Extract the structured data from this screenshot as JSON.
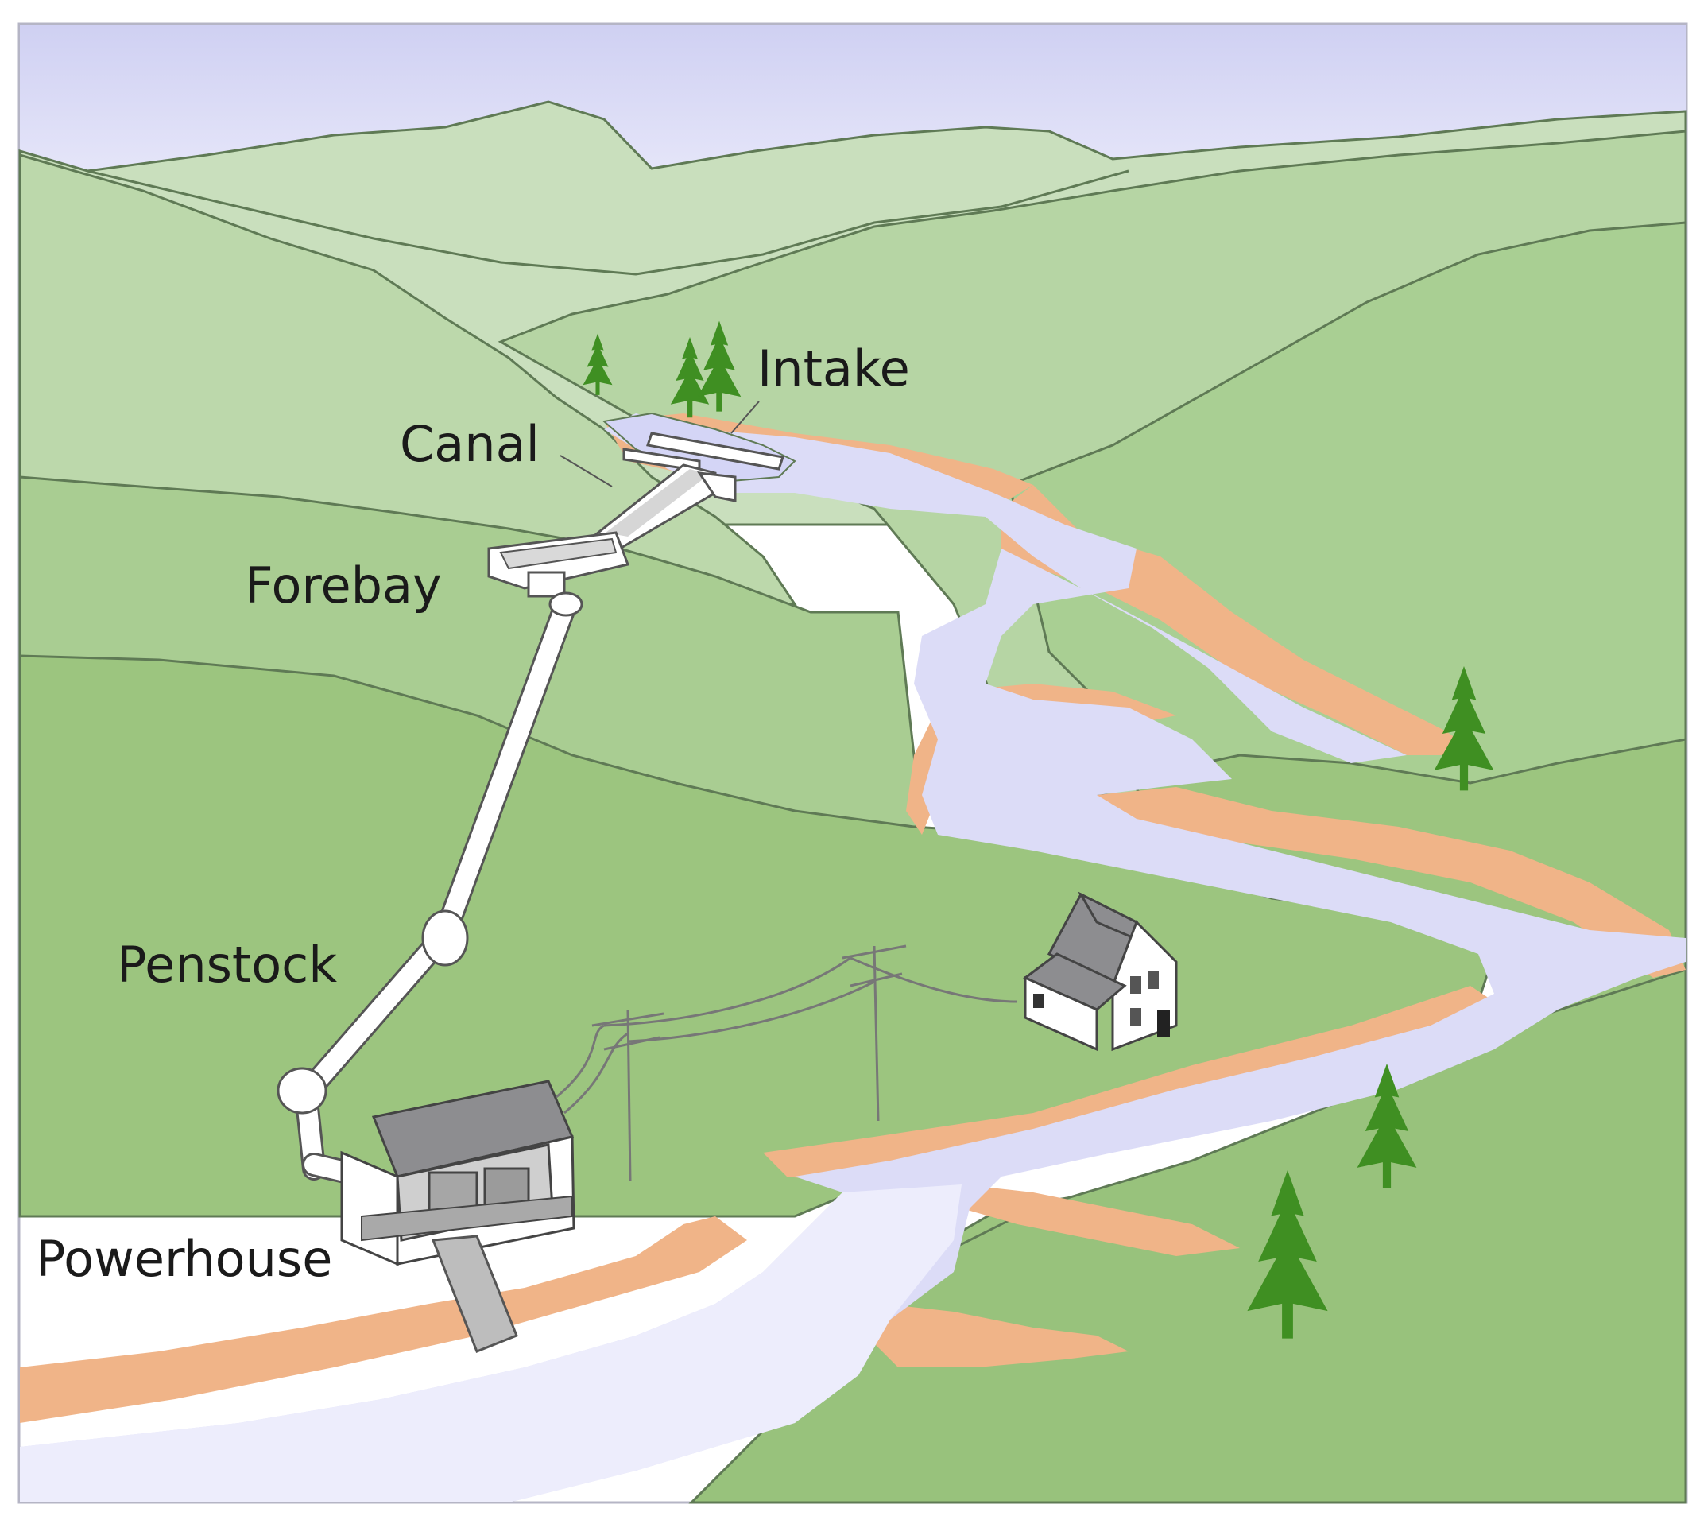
{
  "labels": {
    "intake": "Intake",
    "canal": "Canal",
    "forebay": "Forebay",
    "penstock": "Penstock",
    "powerhouse": "Powerhouse"
  },
  "colors": {
    "sky_top": "#cfd0f2",
    "sky_bottom": "#e6e6fa",
    "far_hill": "#c9dfbd",
    "mid_hill": "#b4d4a2",
    "near_hill": "#9cc57f",
    "river": "#d9daf7",
    "bank": "#f0b488",
    "tree": "#3f8f22",
    "structure": "#ffffff",
    "roof": "#8d8d90"
  }
}
